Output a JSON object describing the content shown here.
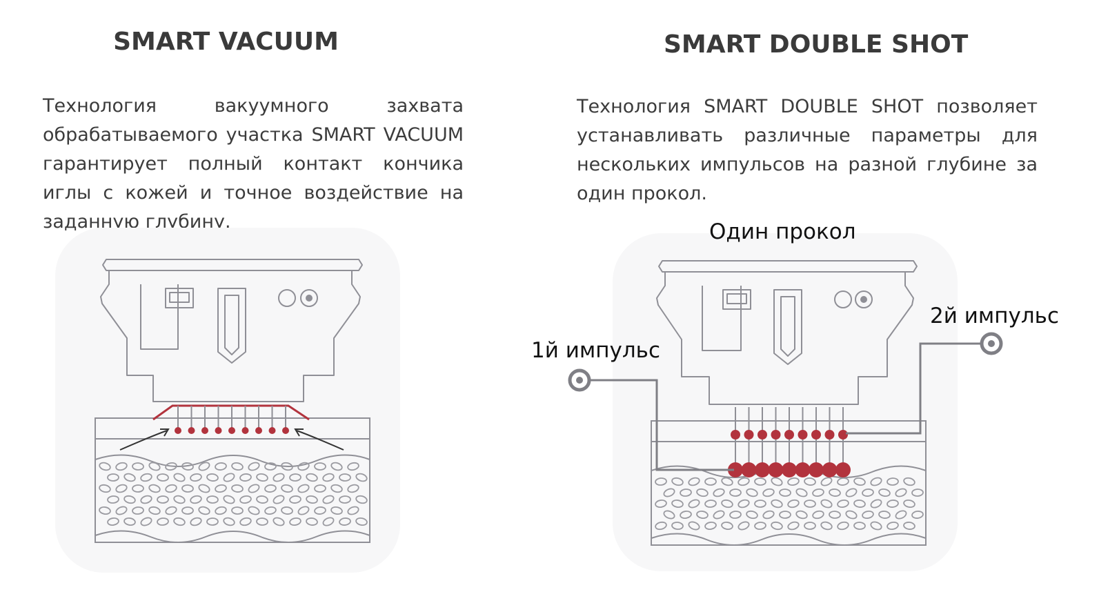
{
  "left_section": {
    "title": "SMART VACUUM",
    "description": "Технология вакуумного захвата обрабатываемого участка SMART VACUUM гарантирует полный контакт кончика иглы с кожей и точное воздействие на заданную глубину."
  },
  "right_section": {
    "title": "SMART DOUBLE SHOT",
    "description": "Технология SMART DOUBLE SHOT позволяет устанавливать различные параметры для нескольких импульсов на разной глубине за один прокол.",
    "caption_top": "Один прокол",
    "label_pulse_1": "1й импульс",
    "label_pulse_2": "2й импульс"
  },
  "colors": {
    "outline": "#8f8f96",
    "needle_red": "#b2333d",
    "marker": "#7f7f85",
    "text": "#3c3c3c"
  }
}
